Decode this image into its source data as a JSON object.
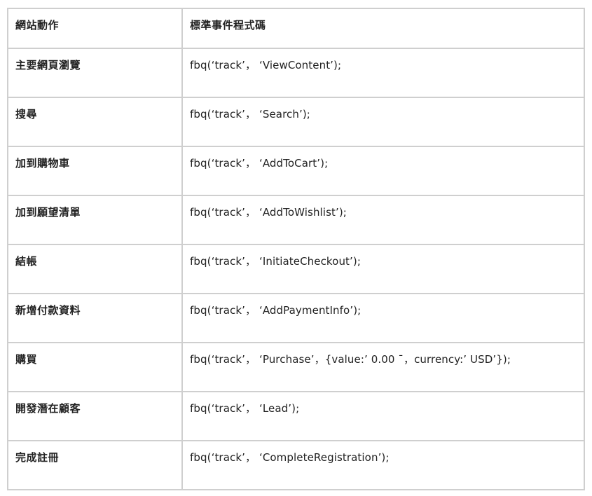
{
  "table": {
    "headers": {
      "action": "網站動作",
      "code": "標準事件程式碼"
    },
    "rows": [
      {
        "action": "主要網頁瀏覽",
        "code": "fbq(‘track’， ‘ViewContent’);"
      },
      {
        "action": "搜尋",
        "code": "fbq(‘track’， ‘Search’);"
      },
      {
        "action": "加到購物車",
        "code": "fbq(‘track’， ‘AddToCart’);"
      },
      {
        "action": "加到願望清單",
        "code": "fbq(‘track’， ‘AddToWishlist’);"
      },
      {
        "action": "結帳",
        "code": "fbq(‘track’， ‘InitiateCheckout’);"
      },
      {
        "action": "新增付款資料",
        "code": "fbq(‘track’， ‘AddPaymentInfo’);"
      },
      {
        "action": "購買",
        "code": "fbq(‘track’， ‘Purchase’，{value:’ 0.00 ˉ，currency:’ USD’});"
      },
      {
        "action": "開發潛在顧客",
        "code": "fbq(‘track’， ‘Lead’);"
      },
      {
        "action": "完成註冊",
        "code": "fbq(‘track’， ‘CompleteRegistration’);"
      }
    ]
  }
}
